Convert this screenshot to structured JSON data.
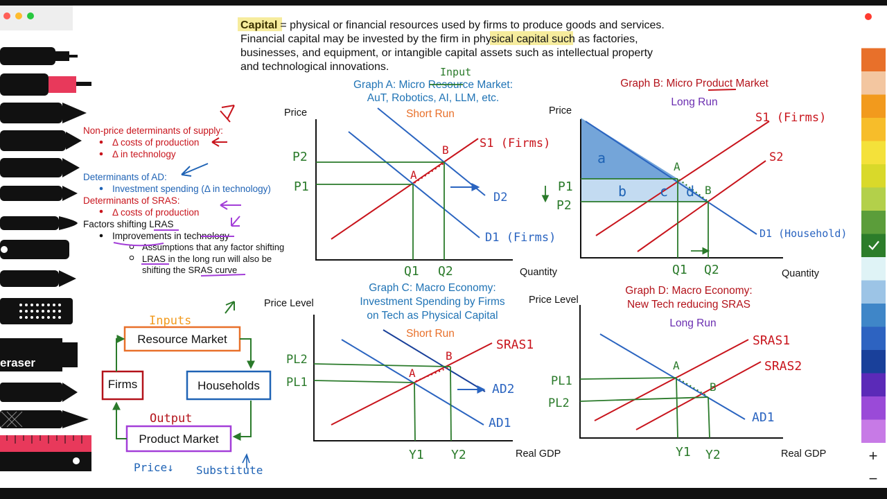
{
  "window": {
    "title_bar": ""
  },
  "definition": {
    "term": "Capital",
    "line1_rest": "= physical or financial resources used by firms to produce goods and services.",
    "line2_pre": "Financial capital may be invested by the firm in ",
    "line2_highlight": "physical capital",
    "line2_post": " such as factories,",
    "line3": "businesses, and equipment, or intangible capital assets such as intellectual property",
    "line4": "and technological innovations."
  },
  "notes": {
    "nonprice_heading": "Non-price determinants of supply:",
    "nonprice_items": [
      "Δ costs of production",
      "Δ in technology"
    ],
    "ad_heading": "Determinants of AD:",
    "ad_items": [
      "Investment spending (Δ in technology)"
    ],
    "sras_heading": "Determinants of SRAS:",
    "sras_items": [
      "Δ costs of production"
    ],
    "lras_heading": "Factors shifting LRAS",
    "lras_item": "Improvements in technology",
    "lras_sub1a": "Assumptions that any factor shifting",
    "lras_sub2a": "LRAS in the long run will also be",
    "lras_sub2b": "shifting the SRAS curve"
  },
  "flow": {
    "resource_market": "Resource Market",
    "households": "Households",
    "product_market": "Product Market",
    "firms": "Firms",
    "inputs": "Inputs",
    "output": "Output",
    "price_down": "Price↓",
    "substitute": "Substitute"
  },
  "graph_a": {
    "title1": "Graph A: Micro Resource Market:",
    "title2": "AuT, Robotics, AI, LLM, etc.",
    "period": "Short Run",
    "annotation": "Input",
    "ylabel": "Price",
    "xlabel": "Quantity",
    "s1": "S1 (Firms)",
    "d1": "D1 (Firms)",
    "d2": "D2",
    "p1": "P1",
    "p2": "P2",
    "q1": "Q1",
    "q2": "Q2",
    "pt_a": "A",
    "pt_b": "B"
  },
  "graph_b": {
    "title": "Graph B: Micro Product Market",
    "period": "Long Run",
    "ylabel": "Price",
    "xlabel": "Quantity",
    "s1": "S1 (Firms)",
    "s2": "S2",
    "d1": "D1 (Household)",
    "p1": "P1",
    "p2": "P2",
    "q1": "Q1",
    "q2": "Q2",
    "pt_a": "A",
    "pt_b": "B",
    "area_a": "a",
    "area_b": "b",
    "area_c": "c",
    "area_d": "d"
  },
  "graph_c": {
    "title1": "Graph C: Macro Economy:",
    "title2": "Investment Spending by Firms",
    "title3": "on Tech as Physical Capital",
    "period": "Short Run",
    "ylabel": "Price Level",
    "xlabel": "Real GDP",
    "sras1": "SRAS1",
    "ad1": "AD1",
    "ad2": "AD2",
    "pl1": "PL1",
    "pl2": "PL2",
    "y1": "Y1",
    "y2": "Y2",
    "pt_a": "A",
    "pt_b": "B"
  },
  "graph_d": {
    "title1": "Graph D: Macro Economy:",
    "title2": "New Tech reducing SRAS",
    "period": "Long Run",
    "ylabel": "Price Level",
    "xlabel": "Real GDP",
    "sras1": "SRAS1",
    "sras2": "SRAS2",
    "ad1": "AD1",
    "pl1": "PL1",
    "pl2": "PL2",
    "y1": "Y1",
    "y2": "Y2",
    "pt_a": "A",
    "pt_b": "B"
  },
  "tools": {
    "eraser_label": "eraser",
    "items": [
      "marker-tool",
      "red-marker-tool",
      "pen-tool",
      "pen-tool-2",
      "pen-tool-3",
      "brush-tool",
      "brush-tool-2",
      "brush-tool-3",
      "round-tool",
      "nib-pen-tool",
      "dotted-tool",
      "eraser-tool",
      "pencil-tool",
      "pattern-tool",
      "ruler-tool"
    ]
  },
  "palette": {
    "colors": [
      "#ffffff",
      "#e8702a",
      "#f3c6a0",
      "#f29a1d",
      "#f7bd2a",
      "#f4e13a",
      "#d9d92a",
      "#b3d04a",
      "#5b9d3a",
      "#2c7d2a",
      "#dff3f6",
      "#9cc4e6",
      "#3f86c8",
      "#2d63c1",
      "#19409a",
      "#5b2ab8",
      "#9a4ad8",
      "#c77ae6"
    ],
    "selected_index": 9,
    "plus": "+",
    "minus": "−"
  }
}
